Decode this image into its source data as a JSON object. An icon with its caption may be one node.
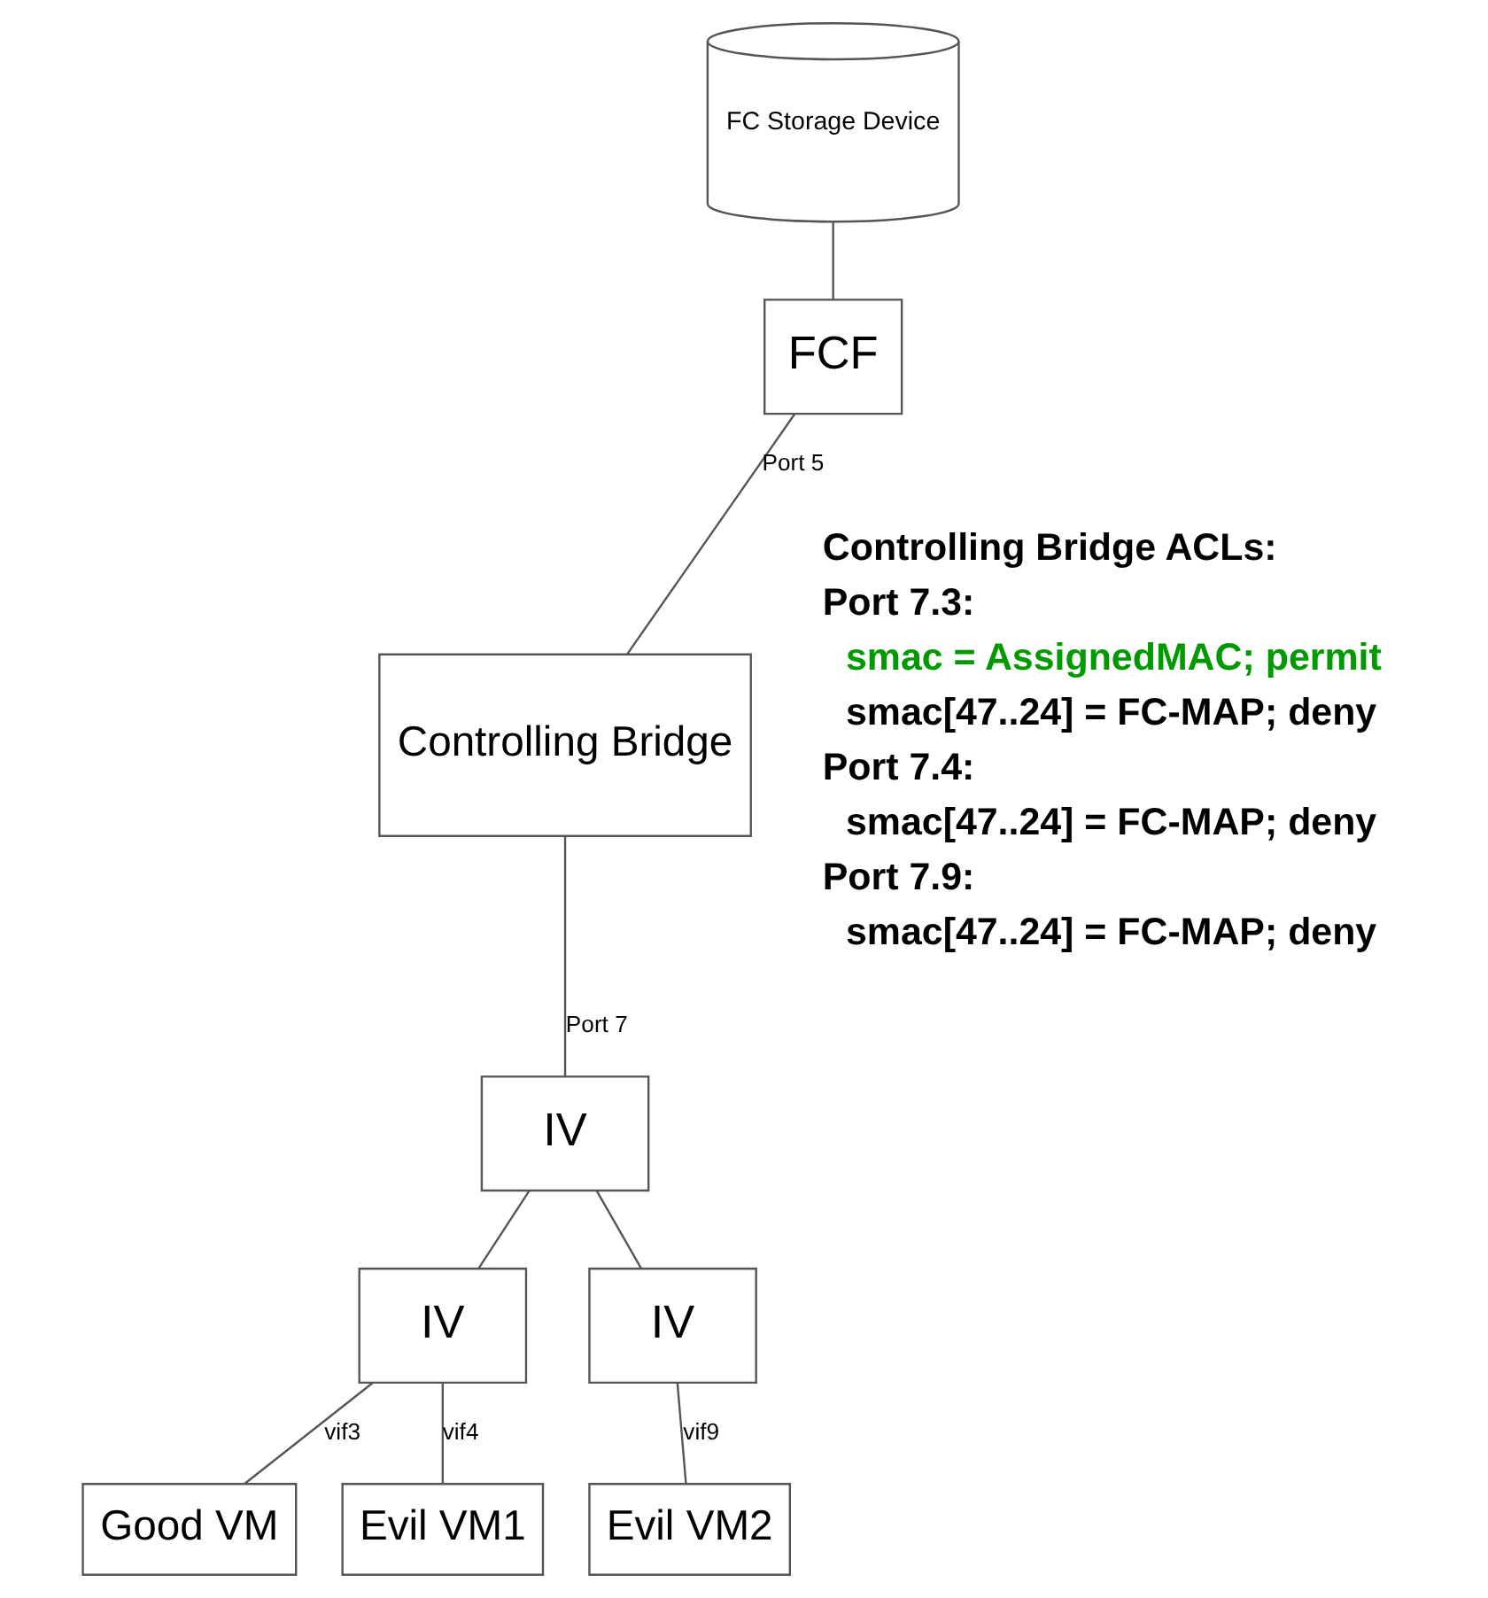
{
  "diagram": {
    "nodes": [
      {
        "text": [
          "FC Storage Device"
        ]
      },
      {
        "text": [
          "FCF"
        ]
      },
      {
        "text": [
          "Controlling Bridge"
        ]
      },
      {
        "text": [
          "IV"
        ]
      },
      {
        "text": [
          "IV"
        ]
      },
      {
        "text": [
          "IV"
        ]
      },
      {
        "text": [
          "Good VM"
        ]
      },
      {
        "text": [
          "Evil VM1"
        ]
      },
      {
        "text": [
          "Evil VM2"
        ]
      }
    ],
    "edges": [
      {
        "from": 0,
        "to": 1,
        "arrow": "none"
      },
      {
        "from": 1,
        "to": 2,
        "arrow": "none",
        "label": "Port 5"
      },
      {
        "from": 2,
        "to": 3,
        "arrow": "none",
        "label": "Port 7"
      },
      {
        "from": 3,
        "to": 4,
        "arrow": "none"
      },
      {
        "from": 3,
        "to": 5,
        "arrow": "none"
      },
      {
        "from": 4,
        "to": 6,
        "arrow": "none",
        "label": "vif3"
      },
      {
        "from": 4,
        "to": 7,
        "arrow": "none",
        "label": "vif4"
      },
      {
        "from": 5,
        "to": 8,
        "arrow": "none",
        "label": "vif9"
      }
    ],
    "labels": [
      "Controlling Bridge ACLs:",
      "Port 7.3:",
      "smac = AssignedMAC; permit",
      "smac[47..24] = FC-MAP; deny",
      "Port 7.4:",
      "smac[47..24] = FC-MAP; deny",
      "Port 7.9:",
      "smac[47..24] = FC-MAP; deny"
    ]
  }
}
